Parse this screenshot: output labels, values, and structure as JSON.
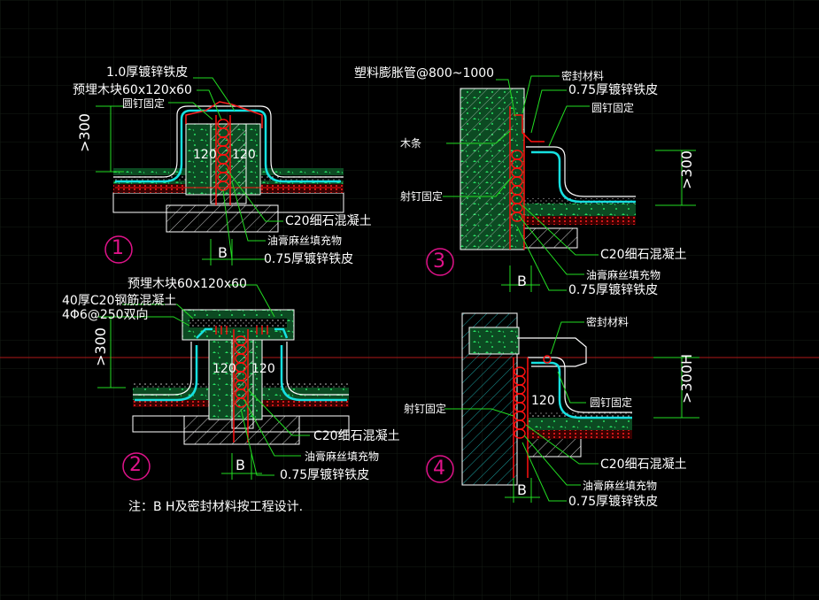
{
  "colors": {
    "background": "#000000",
    "grid": "#2f3a2f",
    "crosshair": "#b01818",
    "hatch": "#ffffff",
    "concrete_green": "#11a84a",
    "flashing_cyan": "#16e0e0",
    "sealant_red": "#ff1010",
    "leader_green": "#22dd22",
    "tag_magenta": "#e0138a"
  },
  "details": [
    {
      "tag": "1",
      "labels": {
        "flashing_top": "1.0厚镀锌铁皮",
        "timber_block": "预埋木块60x120x60",
        "nail": "圆钉固定",
        "height": ">300",
        "width_left": "120",
        "width_right": "120",
        "concrete": "C20细石混凝土",
        "filler": "油膏麻丝填充物",
        "flashing_bottom": "0.75厚镀锌铁皮",
        "gap": "B"
      }
    },
    {
      "tag": "2",
      "labels": {
        "timber_block": "预埋木块60x120x60",
        "slab_1": "40厚C20钢筋混凝土",
        "slab_2": "4Φ6@250双向",
        "height": ">300",
        "width_left": "120",
        "width_right": "120",
        "concrete": "C20细石混凝土",
        "filler": "油膏麻丝填充物",
        "flashing_bottom": "0.75厚镀锌铁皮",
        "gap": "B"
      }
    },
    {
      "tag": "3",
      "labels": {
        "pipe": "塑料膨胀管@800~1000",
        "sealant": "密封材料",
        "flashing_top": "0.75厚镀锌铁皮",
        "nail": "圆钉固定",
        "batten": "木条",
        "shot_nail": "射钉固定",
        "height": ">300",
        "concrete": "C20细石混凝土",
        "filler": "油膏麻丝填充物",
        "flashing_bottom": "0.75厚镀锌铁皮",
        "gap": "B"
      }
    },
    {
      "tag": "4",
      "labels": {
        "sealant": "密封材料",
        "nail": "圆钉固定",
        "shot_nail": "射钉固定",
        "height": ">300H",
        "width": "120",
        "concrete": "C20细石混凝土",
        "filler": "油膏麻丝填充物",
        "flashing_bottom": "0.75厚镀锌铁皮",
        "gap": "B"
      }
    }
  ],
  "note": "注：B H及密封材料按工程设计."
}
